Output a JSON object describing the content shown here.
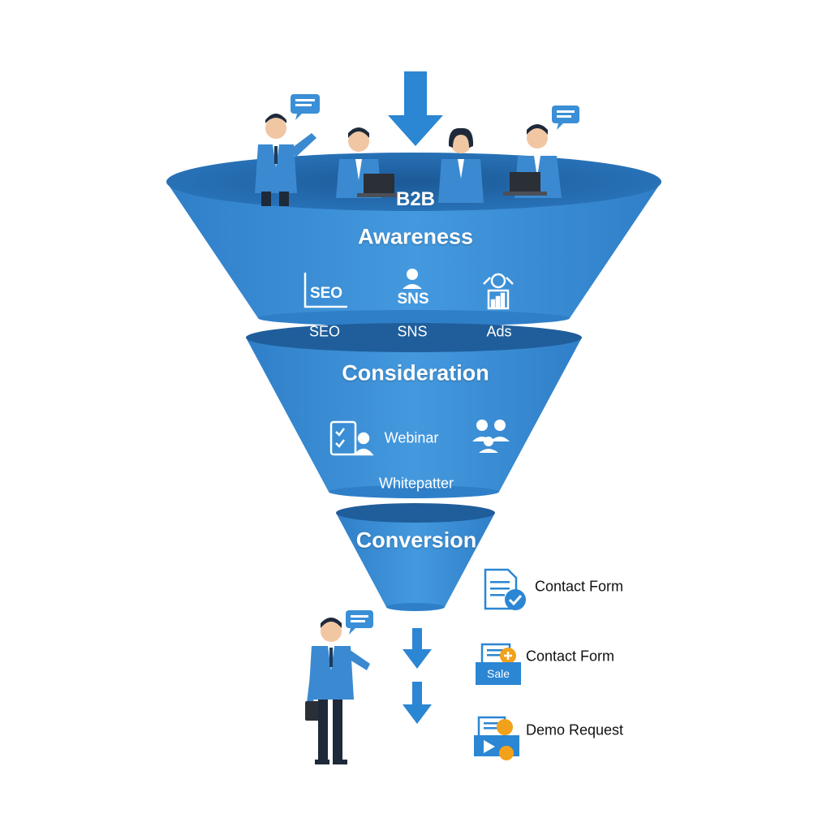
{
  "colors": {
    "funnel_main": "#3a8fd6",
    "funnel_dark": "#1e5f9e",
    "funnel_rim": "#2a76bd",
    "arrow": "#2b86d3",
    "suit": "#3b8ad1",
    "suit_dark": "#245d94",
    "accent_orange": "#f2a11a",
    "text_dark": "#111111"
  },
  "brand": "B2B",
  "stages": {
    "awareness": {
      "title": "Awareness",
      "channels": [
        {
          "icon": "seo-chart-icon",
          "icon_text": "SEO",
          "label": "SEO"
        },
        {
          "icon": "social-person-icon",
          "icon_text": "SNS",
          "label": "SNS"
        },
        {
          "icon": "ads-growth-icon",
          "icon_text": "",
          "label": "Ads"
        }
      ]
    },
    "consideration": {
      "title": "Consideration",
      "channels": [
        {
          "icon": "webinar-checklist-icon",
          "label": "Webinar"
        },
        {
          "icon": "group-people-icon",
          "label": ""
        }
      ],
      "extra_label": "Whitepatter"
    },
    "conversion": {
      "title": "Conversion"
    }
  },
  "outcomes": [
    {
      "icon": "document-check-icon",
      "label": "Contact Form",
      "tag": ""
    },
    {
      "icon": "sale-document-icon",
      "label": "Contact Form",
      "tag": "Sale"
    },
    {
      "icon": "demo-request-icon",
      "label": "Demo Request",
      "tag": ""
    }
  ]
}
